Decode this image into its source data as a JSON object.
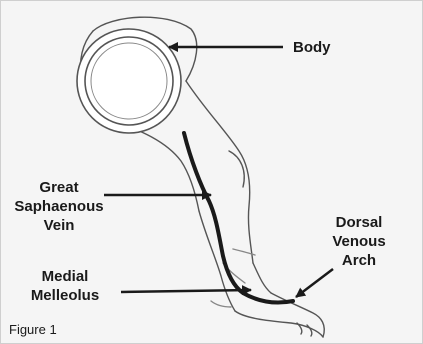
{
  "labels": {
    "body": "Body",
    "great_saphaenous_vein": [
      "Great",
      "Saphaenous",
      "Vein"
    ],
    "dorsal_venous_arch": [
      "Dorsal",
      "Venous",
      "Arch"
    ],
    "medial_melleolus": [
      "Medial",
      "Melleolus"
    ]
  },
  "caption": "Figure 1",
  "colors": {
    "background": "#f5f5f5",
    "ink": "#1a1a1a",
    "vein": "#1a1a1a"
  }
}
